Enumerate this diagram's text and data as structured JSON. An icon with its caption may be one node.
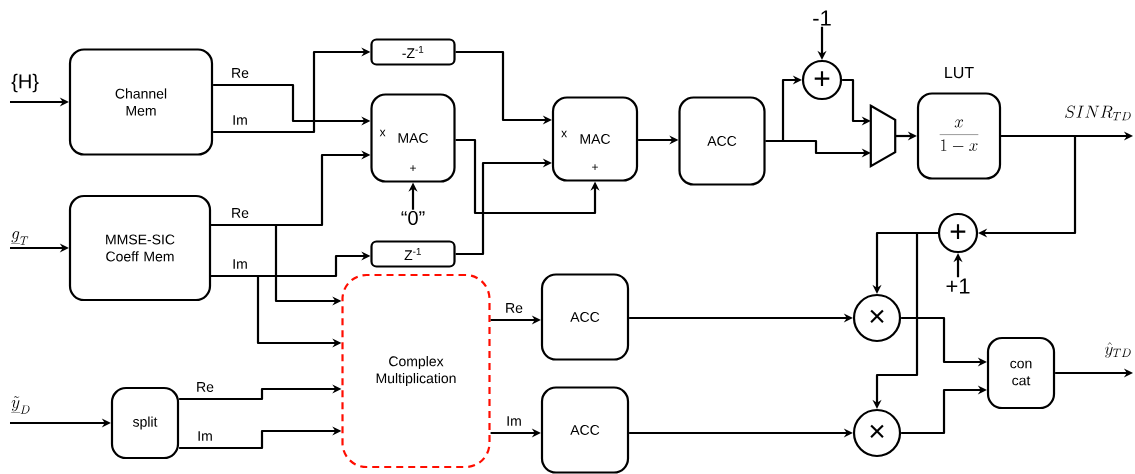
{
  "diagram": {
    "nodes": [
      {
        "text": [
          "{H}"
        ]
      },
      {
        "text": [
          "Channel Mem"
        ]
      },
      {
        "text": [
          "\\underline{g}_T"
        ]
      },
      {
        "text": [
          "MMSE-SIC Coeff Mem"
        ]
      },
      {
        "text": [
          "\\underline{\\tilde{y}}_D"
        ]
      },
      {
        "text": [
          "split"
        ]
      },
      {
        "text": [
          "-Z$^{-1}$"
        ]
      },
      {
        "text": [
          "x",
          "MAC",
          "+"
        ]
      },
      {
        "text": [
          "“0”"
        ]
      },
      {
        "text": [
          "Z$^{-1}$"
        ]
      },
      {
        "text": [
          "Complex Multiplication"
        ]
      },
      {
        "text": [
          "x",
          "MAC",
          "+"
        ]
      },
      {
        "text": [
          "ACC"
        ]
      },
      {
        "text": [
          "-1"
        ]
      },
      {
        "text": [
          "+"
        ]
      },
      {
        "text": [],
        "shape": "trapezoid"
      },
      {
        "text": [
          "LUT",
          "\\frac{x}{1-x}"
        ]
      },
      {
        "text": [
          "SINR_{TD}"
        ]
      },
      {
        "text": [
          "+"
        ]
      },
      {
        "text": [
          "+1"
        ]
      },
      {
        "text": [
          "ACC"
        ]
      },
      {
        "text": [
          "×"
        ]
      },
      {
        "text": [
          "ACC"
        ]
      },
      {
        "text": [
          "×"
        ]
      },
      {
        "text": [
          "con cat"
        ]
      },
      {
        "text": [
          "\\hat{y}_{TD}"
        ]
      }
    ],
    "edges": [
      {
        "from": 0,
        "to": 1,
        "arrow": "to"
      },
      {
        "from": 1,
        "to": 7,
        "arrow": "to",
        "label": "Re"
      },
      {
        "from": 1,
        "to": 6,
        "arrow": "to",
        "label": "Im"
      },
      {
        "from": 3,
        "to": 7,
        "arrow": "to",
        "label": "Re"
      },
      {
        "from": 3,
        "to": 10,
        "arrow": "to"
      },
      {
        "from": 3,
        "to": 9,
        "arrow": "to",
        "label": "Im"
      },
      {
        "from": 3,
        "to": 10,
        "arrow": "to"
      },
      {
        "from": 6,
        "to": 11,
        "arrow": "to"
      },
      {
        "from": 7,
        "to": 11,
        "arrow": "to"
      },
      {
        "from": 9,
        "to": 11,
        "arrow": "to"
      },
      {
        "from": 8,
        "to": 7,
        "arrow": "to"
      },
      {
        "from": 4,
        "to": 5,
        "arrow": "to"
      },
      {
        "from": 2,
        "to": 3,
        "arrow": "to"
      },
      {
        "from": 5,
        "to": 10,
        "arrow": "to",
        "label": "Re"
      },
      {
        "from": 5,
        "to": 10,
        "arrow": "to",
        "label": "Im"
      },
      {
        "from": 11,
        "to": 12,
        "arrow": "to"
      },
      {
        "from": 12,
        "to": 14,
        "arrow": "to"
      },
      {
        "from": 12,
        "to": 15,
        "arrow": "to"
      },
      {
        "from": 13,
        "to": 14,
        "arrow": "to"
      },
      {
        "from": 14,
        "to": 15,
        "arrow": "to"
      },
      {
        "from": 15,
        "to": 16,
        "arrow": "to"
      },
      {
        "from": 16,
        "to": 17,
        "arrow": "to"
      },
      {
        "from": 16,
        "to": 18,
        "arrow": "to"
      },
      {
        "from": 19,
        "to": 18,
        "arrow": "to"
      },
      {
        "from": 18,
        "to": 21,
        "arrow": "to"
      },
      {
        "from": 18,
        "to": 23,
        "arrow": "to"
      },
      {
        "from": 10,
        "to": 20,
        "arrow": "to",
        "label": "Re"
      },
      {
        "from": 10,
        "to": 22,
        "arrow": "to",
        "label": "Im"
      },
      {
        "from": 20,
        "to": 21,
        "arrow": "to"
      },
      {
        "from": 22,
        "to": 23,
        "arrow": "to"
      },
      {
        "from": 21,
        "to": 24,
        "arrow": "to"
      },
      {
        "from": 23,
        "to": 24,
        "arrow": "to"
      },
      {
        "from": 24,
        "to": 25,
        "arrow": "to"
      }
    ]
  }
}
